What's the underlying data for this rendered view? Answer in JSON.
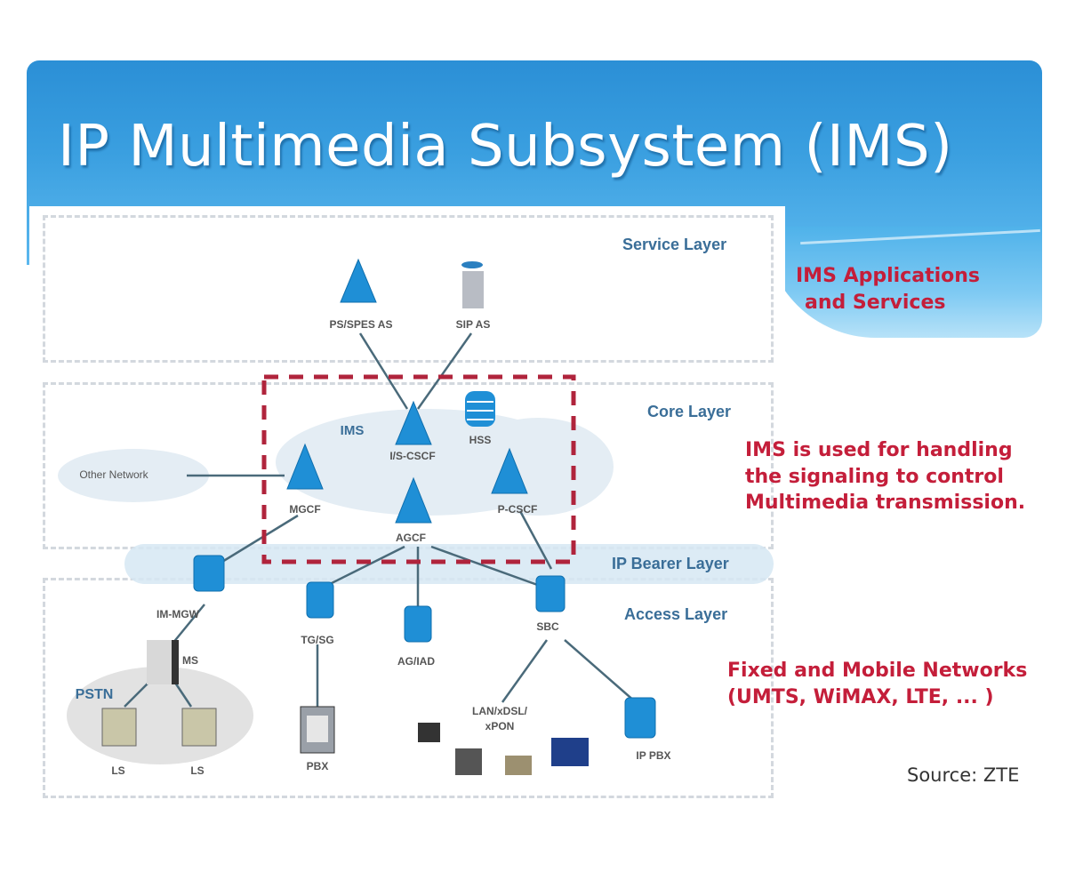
{
  "slide": {
    "title": "IP Multimedia Subsystem (IMS)",
    "colors": {
      "banner": "#3a9fe0",
      "note_red": "#c41e3a",
      "layer_label_blue": "#3a6e98",
      "ims_dashed_box": "#b0243c",
      "node_blue": "#1f8fd6"
    }
  },
  "layers": {
    "service": "Service Layer",
    "core": "Core Layer",
    "ip_bearer": "IP Bearer Layer",
    "access": "Access Layer"
  },
  "notes": {
    "applications": [
      "IMS Applications",
      "and Services"
    ],
    "signaling": [
      "IMS is used for handling",
      "the signaling  to control",
      "Multimedia transmission."
    ],
    "networks": [
      "Fixed and Mobile Networks",
      "(UMTS, WiMAX, LTE, ... )"
    ],
    "source": "Source: ZTE"
  },
  "nodes": {
    "pss_pes_as": {
      "label": "PS/SPES AS",
      "icon": "pyramid-server-icon"
    },
    "sip_as": {
      "label": "SIP AS",
      "icon": "app-server-icon"
    },
    "ims": {
      "label": "IMS"
    },
    "is_cscf": {
      "label": "I/S-CSCF",
      "icon": "pyramid-server-icon"
    },
    "hss": {
      "label": "HSS",
      "icon": "database-icon"
    },
    "mgcf": {
      "label": "MGCF",
      "icon": "pyramid-server-icon"
    },
    "agcf": {
      "label": "AGCF",
      "icon": "pyramid-server-icon"
    },
    "p_cscf": {
      "label": "P-CSCF",
      "icon": "pyramid-server-icon"
    },
    "other_network": {
      "label": "Other Network",
      "icon": "cloud-icon"
    },
    "im_mgw": {
      "label": "IM-MGW",
      "icon": "gateway-icon"
    },
    "tg_sg": {
      "label": "TG/SG",
      "icon": "gateway-icon"
    },
    "ag_iad": {
      "label": "AG/IAD",
      "icon": "gateway-icon"
    },
    "sbc": {
      "label": "SBC",
      "icon": "gateway-icon"
    },
    "ms": {
      "label": "MS",
      "icon": "switch-tower-icon"
    },
    "pstn": {
      "label": "PSTN"
    },
    "ls1": {
      "label": "LS",
      "icon": "local-switch-icon"
    },
    "ls2": {
      "label": "LS",
      "icon": "local-switch-icon"
    },
    "pbx": {
      "label": "PBX",
      "icon": "pbx-icon"
    },
    "lan": {
      "label_line1": "LAN/xDSL/",
      "label_line2": "xPON",
      "icon": "terminals-icon"
    },
    "ip_pbx": {
      "label": "IP PBX",
      "icon": "gateway-icon"
    }
  }
}
